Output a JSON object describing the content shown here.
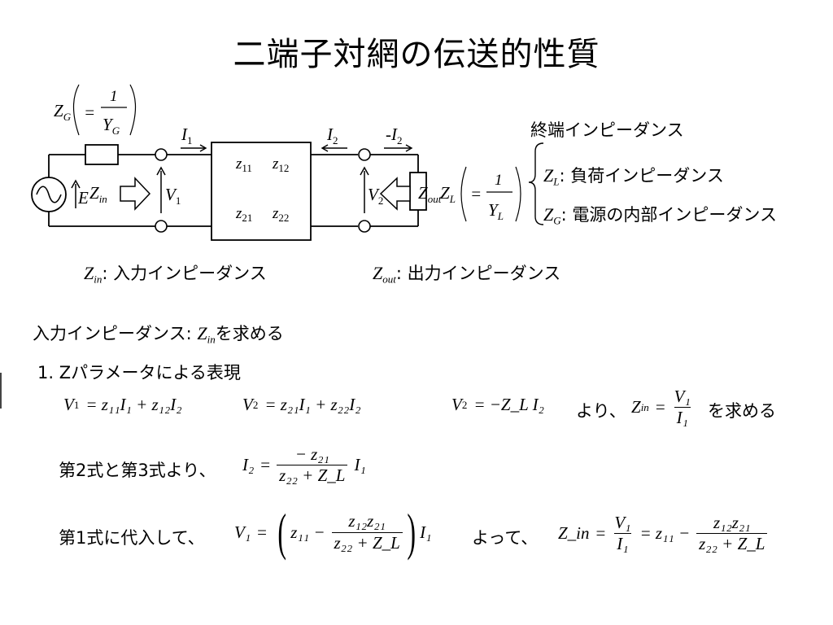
{
  "title": "二端子対網の伝送的性質",
  "diagram": {
    "zg": {
      "sym": "Z",
      "sub": "G",
      "eq": "=",
      "one": "1",
      "ysym": "Y",
      "ysub": "G"
    },
    "zl": {
      "sym": "Z",
      "sub": "L",
      "eq": "=",
      "one": "1",
      "ysym": "Y",
      "ysub": "L"
    },
    "i1": {
      "sym": "I",
      "sub": "1"
    },
    "i2": {
      "sym": "I",
      "sub": "2"
    },
    "mi2": {
      "sym": "-I",
      "sub": "2"
    },
    "v1": {
      "sym": "V",
      "sub": "1"
    },
    "v2": {
      "sym": "V",
      "sub": "2"
    },
    "e": "E",
    "zin": {
      "sym": "Z",
      "sub": "in"
    },
    "zout": {
      "sym": "Z",
      "sub": "out"
    },
    "z11": {
      "sym": "z",
      "sub": "11"
    },
    "z12": {
      "sym": "z",
      "sub": "12"
    },
    "z21": {
      "sym": "z",
      "sub": "21"
    },
    "z22": {
      "sym": "z",
      "sub": "22"
    }
  },
  "terminology": {
    "heading": "終端インピーダンス",
    "zl_sym": "Z",
    "zl_sub": "L",
    "zl_desc": ": 負荷インピーダンス",
    "zg_sym": "Z",
    "zg_sub": "G",
    "zg_desc": ": 電源の内部インピーダンス"
  },
  "labels": {
    "zin_sym": "Z",
    "zin_sub": "in",
    "zin_desc": ": 入力インピーダンス",
    "zout_sym": "Z",
    "zout_sub": "out",
    "zout_desc": ": 出力インピーダンス"
  },
  "derivation": {
    "goal_prefix": "入力インピーダンス: ",
    "goal_sym": "Z",
    "goal_sub": "in",
    "goal_suffix": "を求める",
    "method": "1. Zパラメータによる表現",
    "eq1": {
      "lhs": "V",
      "lhs_sub": "1",
      "rhs": "= z₁₁I₁ + z₁₂I₂"
    },
    "eq2": {
      "lhs": "V",
      "lhs_sub": "2",
      "rhs": "= z₂₁I₁ + z₂₂I₂"
    },
    "eq3": {
      "lhs": "V",
      "lhs_sub": "2",
      "rhs": "= −Z_L I₂"
    },
    "yori": "より、",
    "zin_def": {
      "lhs": "Z",
      "lhs_sub": "in",
      "num": "V₁",
      "den": "I₁"
    },
    "wo_motomeru": "を求める",
    "step2_text": "第2式と第3式より、",
    "step2_eq": {
      "lhs": "I₂",
      "num": "− z₂₁",
      "den": "z₂₂ + Z_L",
      "tail": "I₁"
    },
    "step3_text": "第1式に代入して、",
    "step3_eq": {
      "lhs": "V₁",
      "first": "z₁₁ −",
      "num": "z₁₂z₂₁",
      "den": "z₂₂ + Z_L",
      "tail": "I₁"
    },
    "yotte": "よって、",
    "final_eq": {
      "lhs": "Z_in",
      "num1": "V₁",
      "den1": "I₁",
      "mid": "= z₁₁ −",
      "num2": "z₁₂z₂₁",
      "den2": "z₂₂ + Z_L"
    }
  }
}
